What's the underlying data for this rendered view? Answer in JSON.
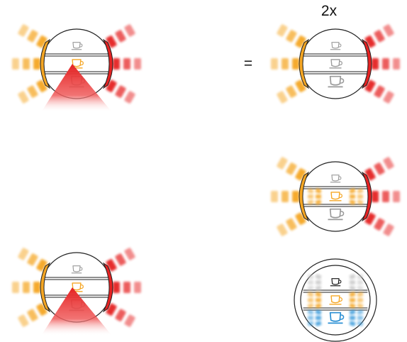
{
  "annotations": {
    "repeat": "2x",
    "equals": "="
  },
  "colors": {
    "orange": "#f5a623",
    "red": "#e52222",
    "grey": "#c8c8c8",
    "blue": "#3a9bdc",
    "cup_grey": "#9a9a9a",
    "cup_orange": "#f5a623",
    "cup_black": "#111111",
    "cup_blue": "#2a8fd4",
    "arrow": "#e52222"
  },
  "panels": [
    {
      "id": "top-left",
      "left_bar": "orange",
      "right_bar": "red",
      "left_glow": "orange",
      "right_glow": "red",
      "cups": [
        "grey",
        "orange",
        "grey"
      ],
      "press": true,
      "frame": false
    },
    {
      "id": "top-right",
      "left_bar": "orange",
      "right_bar": "red",
      "left_glow": "orange",
      "right_glow": "red",
      "cups": [
        "grey",
        "grey",
        "grey"
      ],
      "press": false,
      "frame": false
    },
    {
      "id": "middle-right",
      "left_bar": "orange",
      "right_bar": "red",
      "left_glow": "orange",
      "right_glow": "red",
      "cups": [
        "grey",
        "orange",
        "grey"
      ],
      "inner_glow": [
        "none",
        "orange",
        "none"
      ],
      "press": false,
      "frame": false
    },
    {
      "id": "bottom-left",
      "left_bar": "orange",
      "right_bar": "red",
      "left_glow": "orange",
      "right_glow": "red",
      "cups": [
        "grey",
        "orange",
        "grey"
      ],
      "press": true,
      "frame": false
    },
    {
      "id": "bottom-right",
      "left_bar": "none",
      "right_bar": "none",
      "left_glow": "none",
      "right_glow": "none",
      "cups": [
        "black",
        "orange",
        "blue"
      ],
      "inner_glow": [
        "grey",
        "orange",
        "blue"
      ],
      "press": false,
      "frame": true
    }
  ]
}
